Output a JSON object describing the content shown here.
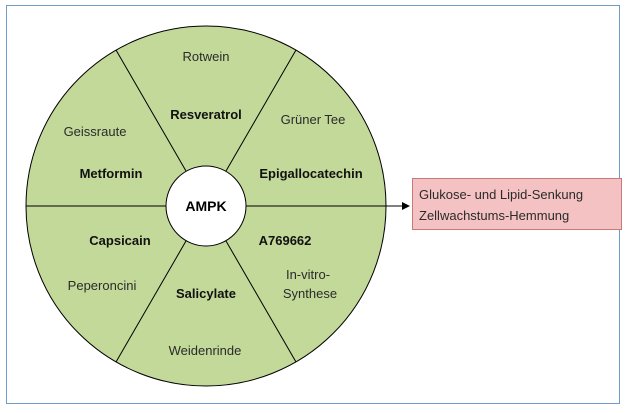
{
  "center": "AMPK",
  "segments": [
    {
      "compound": "Resveratrol",
      "source": "Rotwein"
    },
    {
      "compound": "Epigallocatechin",
      "source": "Grüner Tee"
    },
    {
      "compound": "A769662",
      "source_lines": [
        "In-vitro-",
        "Synthese"
      ]
    },
    {
      "compound": "Salicylate",
      "source": "Weidenrinde"
    },
    {
      "compound": "Capsicain",
      "source": "Peperoncini"
    },
    {
      "compound": "Metformin",
      "source": "Geissraute"
    }
  ],
  "outcome": {
    "lines": [
      "Glukose- und Lipid-Senkung",
      "Zellwachstums-Hemmung"
    ]
  },
  "colors": {
    "wheel_fill": "#c3d99a",
    "center_fill": "#ffffff",
    "outcome_fill": "#f4c2c2",
    "frame": "#6f9bc8"
  }
}
